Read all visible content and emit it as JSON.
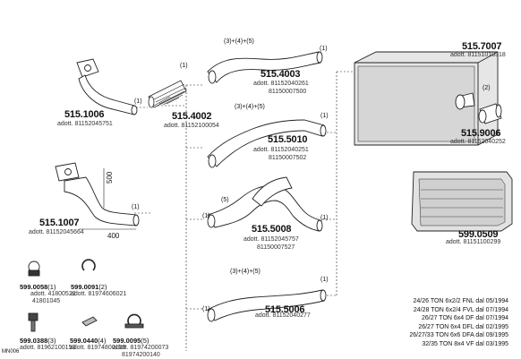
{
  "parts": {
    "p5151006": {
      "code": "515.1006",
      "adott": "adott. 81152045751",
      "qty": "(1)"
    },
    "p5151007": {
      "code": "515.1007",
      "adott": "adott. 81152045664",
      "dim_v": "500",
      "dim_h": "400"
    },
    "p5154002": {
      "code": "515.4002",
      "adott": "adott. 81152100054",
      "qty": "(1)"
    },
    "p5154003": {
      "code": "515.4003",
      "adott1": "adott. 81152040261",
      "adott2": "81150007500",
      "qty_top": "(3)+(4)+(5)",
      "qty_end": "(1)"
    },
    "p5155010": {
      "code": "515.5010",
      "adott1": "adott. 81152040251",
      "adott2": "81150007502",
      "qty_top": "(3)+(4)+(5)",
      "qty_end": "(1)"
    },
    "p5155008": {
      "code": "515.5008",
      "adott1": "adott. 81152045757",
      "adott2": "81150007527",
      "qty_a": "(5)",
      "qty_b": "(1)",
      "qty_c": "(1)"
    },
    "p5155006": {
      "code": "515.5006",
      "adott": "adott. 81152040277",
      "qty_top": "(3)+(4)+(5)",
      "qty_end": "(1)"
    },
    "p5157007": {
      "code": "515.7007",
      "adott": "adott. 81151010318"
    },
    "p5159006": {
      "code": "515.9006",
      "adott": "adott. 81152040252",
      "qty": "(2)"
    },
    "p5990509": {
      "code": "599.0509",
      "adott": "adott. 81151100299"
    },
    "left_qty": [
      "(1)",
      "(1)",
      "(1)",
      "(1)"
    ]
  },
  "small_parts": [
    {
      "code": "599.0058",
      "qty": "(1)",
      "adott1": "adott. 41800522",
      "adott2": "41801045"
    },
    {
      "code": "599.0091",
      "qty": "(2)",
      "adott1": "adott. 81974606021",
      "adott2": ""
    },
    {
      "code": "599.0388",
      "qty": "(3)",
      "adott1": "adott. 81962100153",
      "adott2": ""
    },
    {
      "code": "599.0440",
      "qty": "(4)",
      "adott1": "adott. 81974800100",
      "adott2": ""
    },
    {
      "code": "599.0095",
      "qty": "(5)",
      "adott1": "adott. 81974200073",
      "adott2": "81974200140"
    }
  ],
  "fitments": [
    "24/26 TON 6x2/2 FNL dal 05/1994",
    "24/28 TON 6x2/4 FVL dal 07/1994",
    "26/27 TON 6x4 DF dal 07/1994",
    "26/27 TON 6x4 DFL dal 02/1995",
    "26/27/33 TON 6x6 DFA dal 09/1995",
    "32/35 TON 8x4 VF dal 03/1995"
  ],
  "ref": "MN006"
}
